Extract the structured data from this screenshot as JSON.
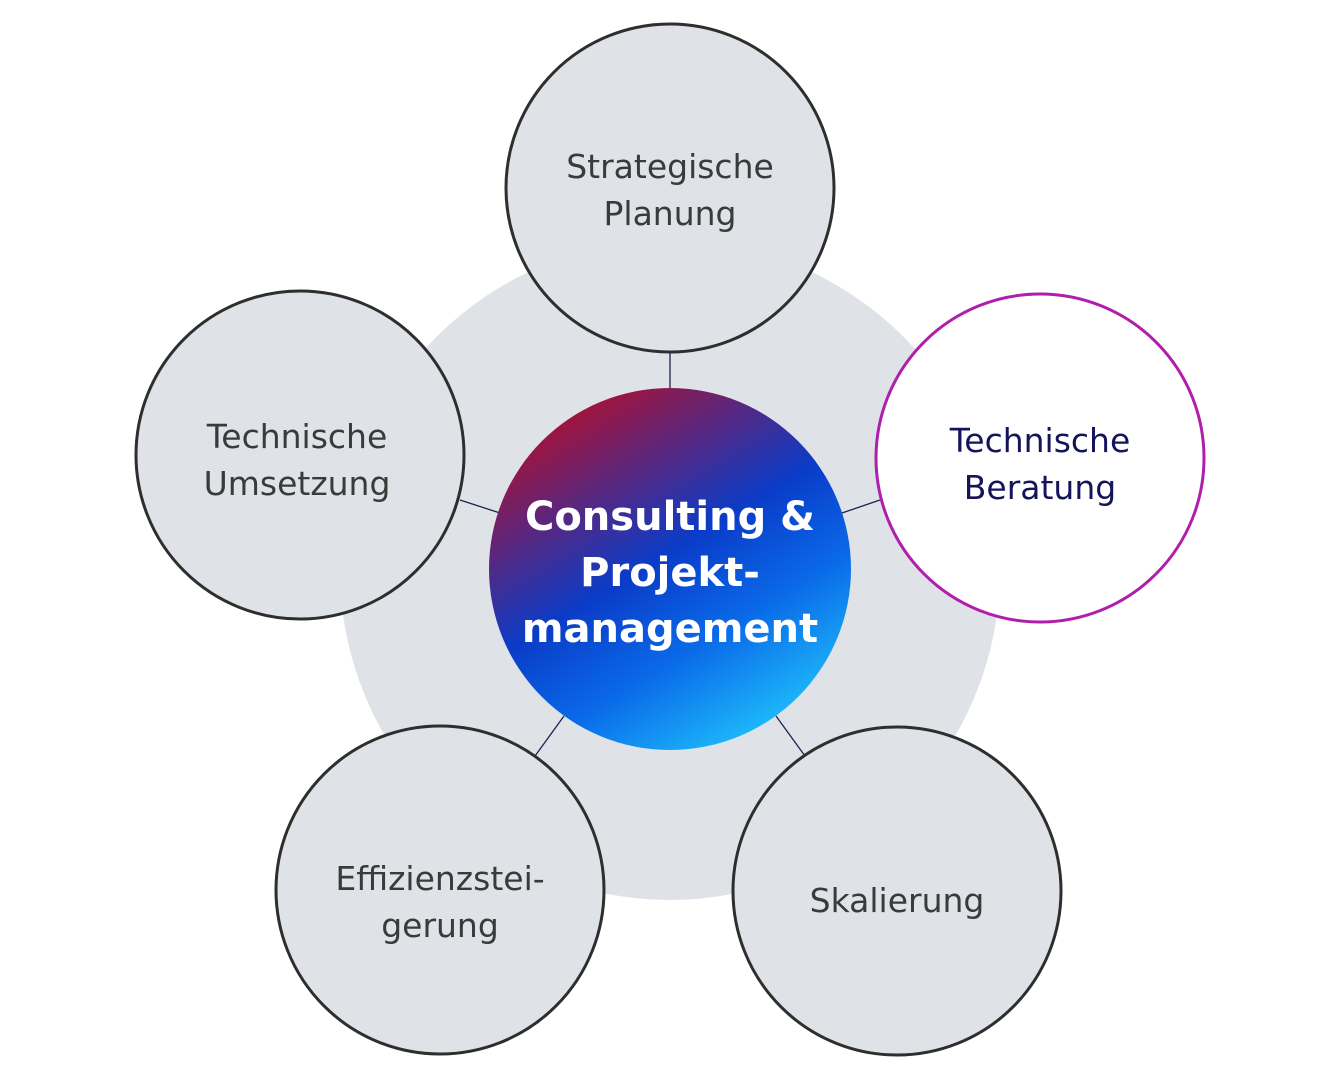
{
  "center": {
    "lines": [
      "Consulting &",
      "Projekt-",
      "management"
    ]
  },
  "nodes": [
    {
      "id": "strategische-planung",
      "lines": [
        "Strategische",
        "Planung"
      ],
      "highlighted": false
    },
    {
      "id": "technische-beratung",
      "lines": [
        "Technische",
        "Beratung"
      ],
      "highlighted": true
    },
    {
      "id": "skalierung",
      "lines": [
        "Skalierung"
      ],
      "highlighted": false
    },
    {
      "id": "effizienzsteigerung",
      "lines": [
        "Effizienzstei-",
        "gerung"
      ],
      "highlighted": false
    },
    {
      "id": "technische-umsetzung",
      "lines": [
        "Technische",
        "Umsetzung"
      ],
      "highlighted": false
    }
  ],
  "colors": {
    "background_ring": "#dfe3e7",
    "node_fill": "#dfe3e7",
    "node_stroke": "#2e2e2e",
    "highlight_stroke": "#b01eac",
    "gradient": [
      "#a3133a",
      "#0a3cc8",
      "#1ab4f8"
    ]
  }
}
